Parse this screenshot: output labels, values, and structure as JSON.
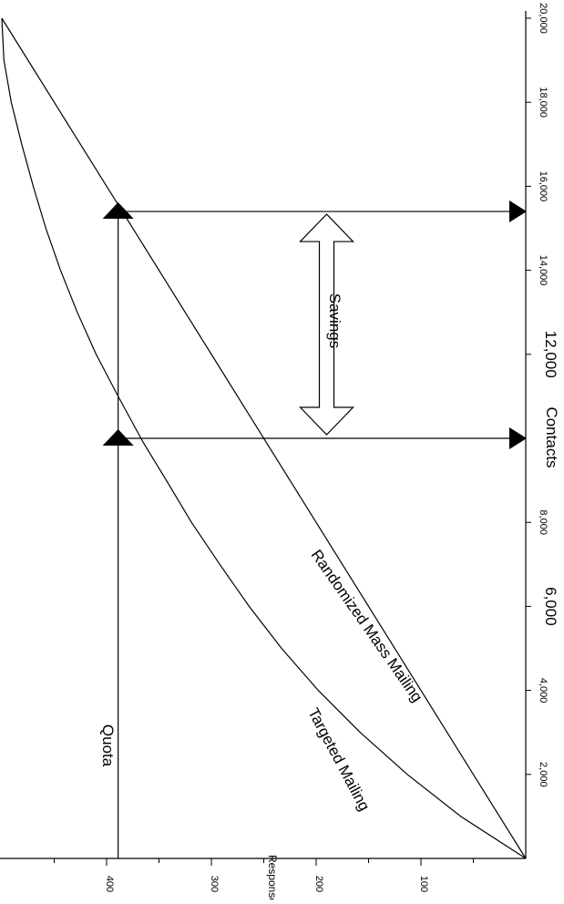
{
  "chart_data": {
    "type": "line",
    "title": "",
    "xlabel": "Contacts",
    "ylabel": "Responses",
    "xlim": [
      0,
      20000
    ],
    "ylim": [
      0,
      500
    ],
    "grid": false,
    "x_ticks": [
      {
        "value": 2000,
        "label": "2,000",
        "major": false
      },
      {
        "value": 4000,
        "label": "4,000",
        "major": false
      },
      {
        "value": 6000,
        "label": "6,000",
        "major": true
      },
      {
        "value": 8000,
        "label": "8,000",
        "major": false
      },
      {
        "value": 12000,
        "label": "12,000",
        "major": true
      },
      {
        "value": 14000,
        "label": "14,000",
        "major": false
      },
      {
        "value": 16000,
        "label": "16,000",
        "major": false
      },
      {
        "value": 18000,
        "label": "18,000",
        "major": false
      },
      {
        "value": 20000,
        "label": "20,000",
        "major": false
      }
    ],
    "y_ticks": [
      {
        "value": 100,
        "label": "100"
      },
      {
        "value": 200,
        "label": "200"
      },
      {
        "value": 300,
        "label": "300"
      },
      {
        "value": 400,
        "label": "400"
      }
    ],
    "y_minor_ticks": [
      50,
      150,
      250,
      350,
      450
    ],
    "series": [
      {
        "name": "Targeted Mailing",
        "x": [
          0,
          1000,
          2000,
          3000,
          4000,
          5000,
          6000,
          7000,
          8000,
          9000,
          9900,
          11000,
          12000,
          13000,
          14000,
          15000,
          16000,
          17000,
          18000,
          19000,
          20000
        ],
        "values": [
          0,
          62,
          113,
          158,
          198,
          233,
          264,
          292,
          319,
          343,
          365,
          389,
          410,
          428,
          444,
          458,
          470,
          481,
          491,
          498,
          500
        ]
      },
      {
        "name": "Randomized Mass Mailing",
        "x": [
          0,
          20000
        ],
        "values": [
          0,
          500
        ]
      }
    ],
    "quota": {
      "label": "Quota",
      "value": 389
    },
    "annotations": [
      {
        "label": "Savings",
        "from_x": 10000,
        "to_x": 15400,
        "y": 190
      },
      {
        "label": "Quota crossing (targeted)",
        "x": 10000,
        "y": 389
      },
      {
        "label": "Quota crossing (randomized)",
        "x": 15400,
        "y": 389
      }
    ]
  }
}
